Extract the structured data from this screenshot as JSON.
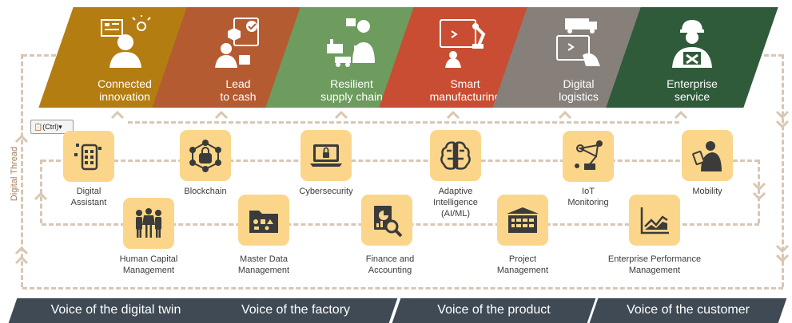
{
  "banners": [
    {
      "id": "connected",
      "line1": "Connected",
      "line2": "innovation",
      "color": "#b47d12",
      "icon": "person-idea-icon"
    },
    {
      "id": "lead",
      "line1": "Lead",
      "line2": "to cash",
      "color": "#b55b32",
      "icon": "lead-to-cash-icon"
    },
    {
      "id": "resilient",
      "line1": "Resilient",
      "line2": "supply chain",
      "color": "#6d9c5e",
      "icon": "supply-chain-icon"
    },
    {
      "id": "smart",
      "line1": "Smart",
      "line2": "manufacturing",
      "color": "#c84d32",
      "icon": "robot-arm-icon"
    },
    {
      "id": "digital",
      "line1": "Digital",
      "line2": "logistics",
      "color": "#87807a",
      "icon": "delivery-truck-icon"
    },
    {
      "id": "enterprise",
      "line1": "Enterprise",
      "line2": "service",
      "color": "#2f5b3a",
      "icon": "service-technician-icon"
    }
  ],
  "capabilities": {
    "digital_assistant": {
      "line1": "Digital",
      "line2": "Assistant"
    },
    "blockchain": {
      "line1": "Blockchain",
      "line2": ""
    },
    "cybersecurity": {
      "line1": "Cybersecurity",
      "line2": ""
    },
    "adaptive": {
      "line1": "Adaptive",
      "line2": "Intelligence",
      "line3": "(AI/ML)"
    },
    "iot": {
      "line1": "IoT",
      "line2": "Monitoring"
    },
    "mobility": {
      "line1": "Mobility",
      "line2": ""
    },
    "hcm": {
      "line1": "Human Capital",
      "line2": "Management"
    },
    "mdm": {
      "line1": "Master Data",
      "line2": "Management"
    },
    "finance": {
      "line1": "Finance and",
      "line2": "Accounting"
    },
    "project": {
      "line1": "Project",
      "line2": "Management"
    },
    "epm": {
      "line1": "Enterprise Performance",
      "line2": "Management"
    }
  },
  "voices": [
    {
      "id": "twin",
      "label": "Voice of the digital twin"
    },
    {
      "id": "factory",
      "label": "Voice of the factory"
    },
    {
      "id": "product",
      "label": "Voice of the product"
    },
    {
      "id": "customer",
      "label": "Voice of the customer"
    }
  ],
  "side_label": "Digital Thread",
  "paste_tag": "(Ctrl)",
  "colors": {
    "tile": "#fbd68a",
    "dash": "#d8c7b4",
    "bar": "#3f4a55",
    "icon": "#3b3b3b"
  }
}
